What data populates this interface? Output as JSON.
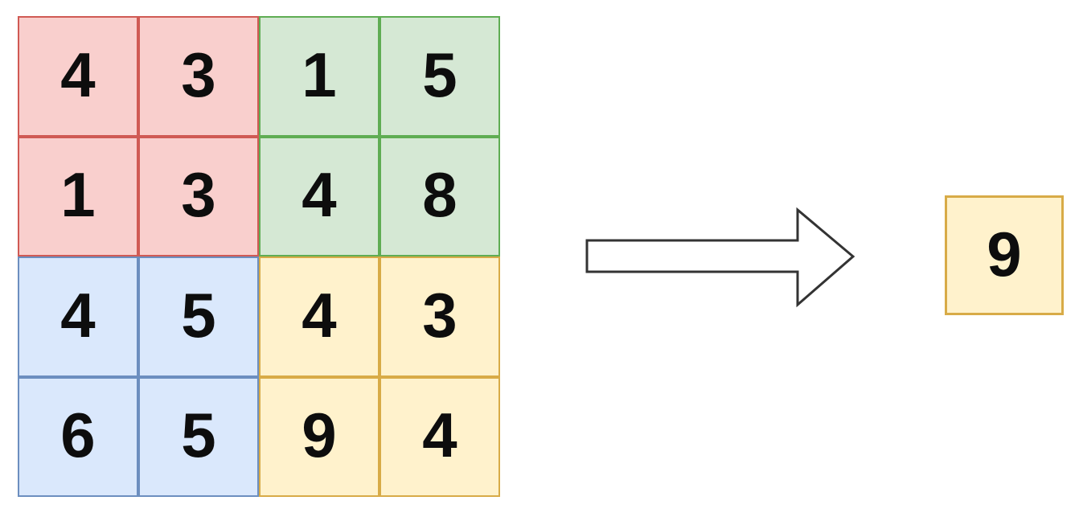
{
  "palette": {
    "red": {
      "fill": "#f9cfcd",
      "stroke": "#d05a54"
    },
    "green": {
      "fill": "#d5e8d4",
      "stroke": "#5fad53"
    },
    "blue": {
      "fill": "#dae8fc",
      "stroke": "#6c8ebf"
    },
    "yellow": {
      "fill": "#fff2cc",
      "stroke": "#d8ab47"
    }
  },
  "input_grid": {
    "rows": 4,
    "cols": 4,
    "cells": [
      {
        "value": "4",
        "group": "red"
      },
      {
        "value": "3",
        "group": "red"
      },
      {
        "value": "1",
        "group": "green"
      },
      {
        "value": "5",
        "group": "green"
      },
      {
        "value": "1",
        "group": "red"
      },
      {
        "value": "3",
        "group": "red"
      },
      {
        "value": "4",
        "group": "green"
      },
      {
        "value": "8",
        "group": "green"
      },
      {
        "value": "4",
        "group": "blue"
      },
      {
        "value": "5",
        "group": "blue"
      },
      {
        "value": "4",
        "group": "yellow"
      },
      {
        "value": "3",
        "group": "yellow"
      },
      {
        "value": "6",
        "group": "blue"
      },
      {
        "value": "5",
        "group": "blue"
      },
      {
        "value": "9",
        "group": "yellow"
      },
      {
        "value": "4",
        "group": "yellow"
      }
    ]
  },
  "arrow": {
    "fill": "#ffffff",
    "stroke": "#333333"
  },
  "output_cell": {
    "value": "9",
    "group": "yellow"
  }
}
